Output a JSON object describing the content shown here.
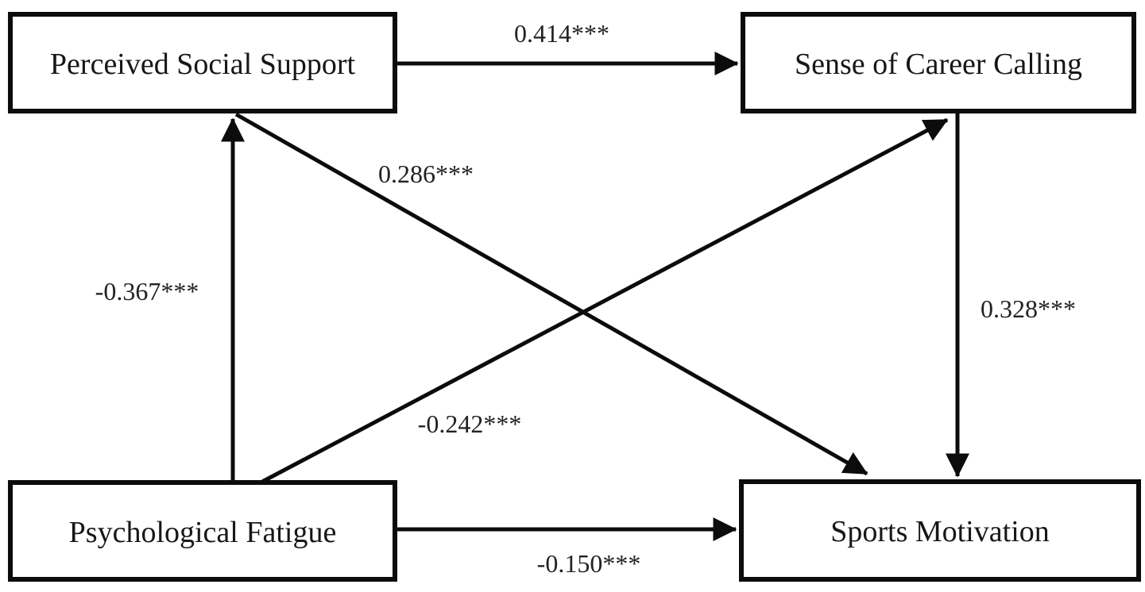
{
  "figure": {
    "type": "path-diagram",
    "background_color": "#ffffff",
    "line_color": "#0c0c0c",
    "text_color": "#171717"
  },
  "diagram": {
    "nodes": [
      {
        "id": "perceived-social-support",
        "label": "Perceived Social Support",
        "position": "top-left"
      },
      {
        "id": "sense-of-career-calling",
        "label": "Sense of Career Calling",
        "position": "top-right"
      },
      {
        "id": "psychological-fatigue",
        "label": "Psychological Fatigue",
        "position": "bottom-left"
      },
      {
        "id": "sports-motivation",
        "label": "Sports Motivation",
        "position": "bottom-right"
      }
    ],
    "edges": [
      {
        "from": "Perceived Social Support",
        "to": "Sense of Career Calling",
        "coefficient": "0.414***"
      },
      {
        "from": "Psychological Fatigue",
        "to": "Perceived Social Support",
        "coefficient": "-0.367***"
      },
      {
        "from": "Perceived Social Support",
        "to": "Sports Motivation",
        "coefficient": "0.286***"
      },
      {
        "from": "Psychological Fatigue",
        "to": "Sense of Career Calling",
        "coefficient": "-0.242***"
      },
      {
        "from": "Sense of Career Calling",
        "to": "Sports Motivation",
        "coefficient": "0.328***"
      },
      {
        "from": "Psychological Fatigue",
        "to": "Sports Motivation",
        "coefficient": "-0.150***"
      }
    ]
  }
}
